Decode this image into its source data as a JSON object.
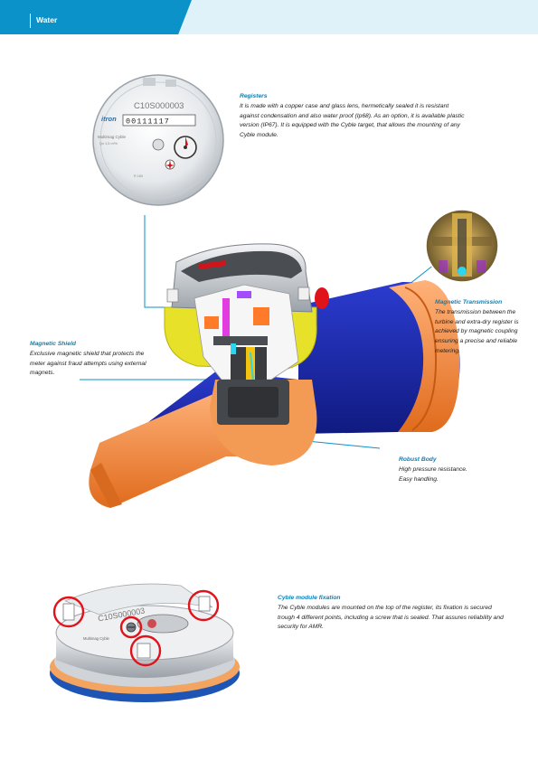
{
  "header": {
    "title": "Water"
  },
  "registers": {
    "title": "Registers",
    "body": "It is made with a copper case and glass lens, hermetically sealed it is resistant against condensation and also water proof (Ip68). As an option, it is available plastic version (IP67). It is equipped with the Cyble target, that allows the mounting of any Cyble module."
  },
  "magnetic_transmission": {
    "title": "Magnetic Transmission",
    "body": "The transmission between the turbine and extra-dry register is achieved by magnetic coupling ensuring a precise and reliable metering."
  },
  "magnetic_shield": {
    "title": "Magnetic Shield",
    "body": "Exclusive magnetic shield that protects the meter against fraud attempts using external magnets."
  },
  "robust_body": {
    "title": "Robust Body",
    "body": "High pressure resistance. Easy handling."
  },
  "cyble": {
    "title": "Cyble module fixation",
    "body": "The Cyble modules are mounted on the top of the register, its fixation is secured trough 4 different points, including a screw that is sealed. That assures reliability and security for AMR."
  },
  "register_face": {
    "serial": "C10S000003",
    "counter": "00111117",
    "brand": "itron",
    "model": "Multimag Cyble",
    "small_text_1": "Qn 1,5 m³/h",
    "small_text_2": "R 160"
  },
  "cyble_face": {
    "serial": "C10S000003",
    "model": "Multimag Cyble"
  },
  "colors": {
    "accent": "#0a92c9",
    "title_blue": "#0a7fb6",
    "body_blue": "#1f2aa8",
    "body_orange": "#f48a3c",
    "highlight_red": "#e0131a"
  }
}
